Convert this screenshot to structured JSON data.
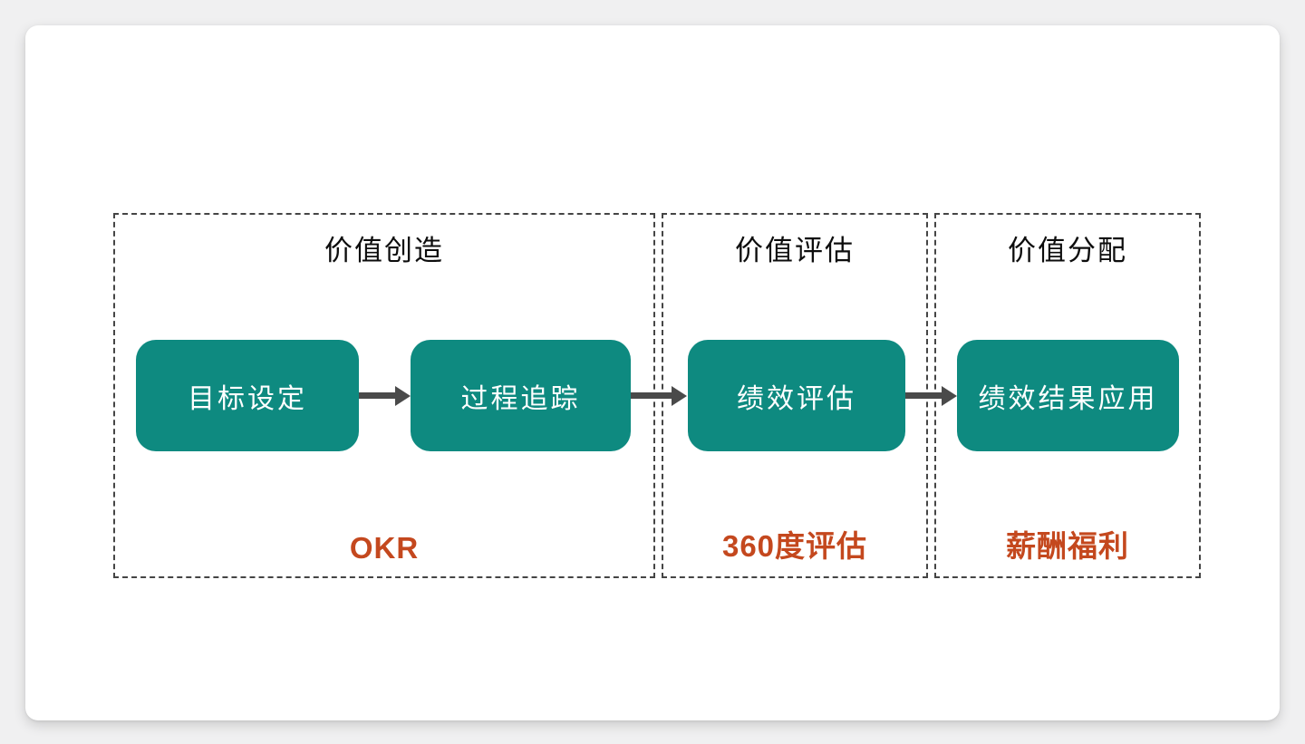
{
  "colors": {
    "page_background": "#f0f0f1",
    "card_background": "#ffffff",
    "step_fill": "#0e8a80",
    "step_text": "#ffffff",
    "tool_text": "#c4481e",
    "dashed_border": "#454545",
    "arrow": "#4a4a4a",
    "title_text": "#0d0d0d"
  },
  "icons": {
    "flow_arrow": "arrow-right"
  },
  "sections": [
    {
      "title": "价值创造",
      "tool": "OKR"
    },
    {
      "title": "价值评估",
      "tool": "360度评估"
    },
    {
      "title": "价值分配",
      "tool": "薪酬福利"
    }
  ],
  "steps": [
    {
      "label": "目标设定"
    },
    {
      "label": "过程追踪"
    },
    {
      "label": "绩效评估"
    },
    {
      "label": "绩效结果应用"
    }
  ]
}
